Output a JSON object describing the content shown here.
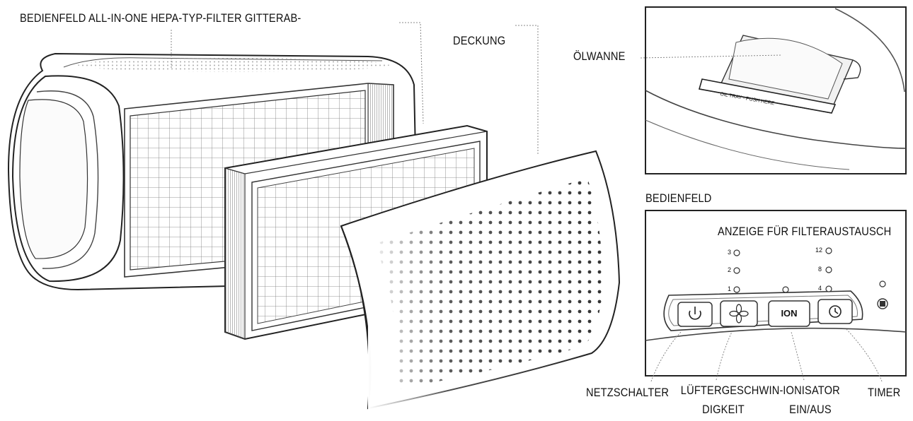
{
  "labels": {
    "main_components": "BEDIENFELD ALL-IN-ONE HEPA-TYP-FILTER GITTERAB-",
    "cover": "DECKUNG",
    "oil_pan": "ÖLWANNE",
    "tray_text": "OIL TRAY - PUSH HERE",
    "panel_title": "BEDIENFELD",
    "filter_indicator": "ANZEIGE FÜR FILTERAUSTAUSCH",
    "power_switch": "NETZSCHALTER",
    "fan_speed_line1": "LÜFTERGESCHWIN-",
    "fan_speed_line2": "DIGKEIT",
    "ionizer_line1": "IONISATOR",
    "ionizer_line2": "EIN/AUS",
    "timer": "TIMER"
  },
  "panel": {
    "speed_levels": [
      "3",
      "2",
      "1"
    ],
    "timer_levels": [
      "12",
      "8",
      "4"
    ],
    "ion_button_label": "ION"
  },
  "icons": {
    "power": "power-icon",
    "fan": "fan-icon",
    "timer": "clock-icon",
    "filter_reset": "filter-reset-icon"
  }
}
